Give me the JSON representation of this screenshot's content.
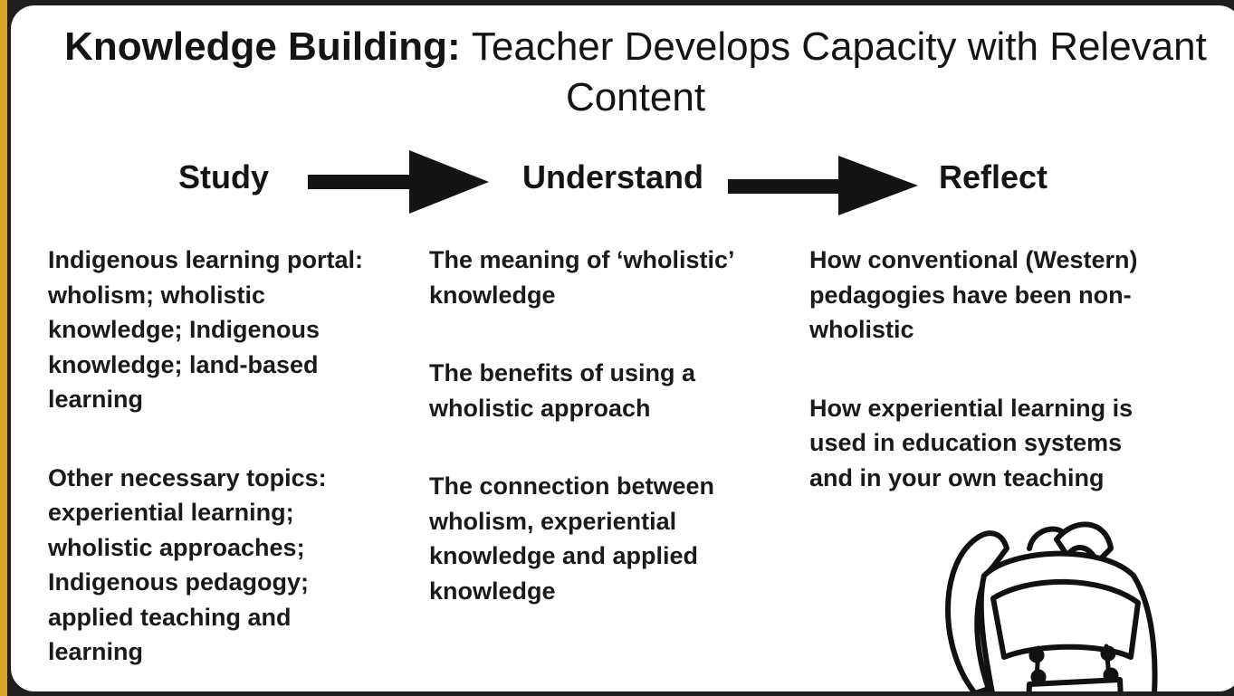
{
  "title": {
    "bold": "Knowledge Building:",
    "regular": "Teacher Develops Capacity with Relevant Content"
  },
  "stages": {
    "study": "Study",
    "understand": "Understand",
    "reflect": "Reflect"
  },
  "columns": {
    "study": [
      "Indigenous learning portal: wholism; wholistic knowledge; Indigenous knowledge; land-based learning",
      "Other necessary topics: experiential learning; wholistic approaches; Indigenous pedagogy; applied teaching and learning"
    ],
    "understand": [
      "The meaning of ‘wholistic’ knowledge",
      "The benefits of using a wholistic approach",
      "The connection between wholism, experiential knowledge and applied knowledge"
    ],
    "reflect": [
      "How conventional (Western) pedagogies have been non-wholistic",
      "How experiential learning is used in education systems and in your own teaching"
    ]
  },
  "colors": {
    "frame": "#1e1e1e",
    "accent": "#d8a62a",
    "card": "#ffffff",
    "text": "#141414"
  },
  "icons": {
    "arrow": "arrow-right-icon",
    "backpack": "backpack-icon"
  }
}
